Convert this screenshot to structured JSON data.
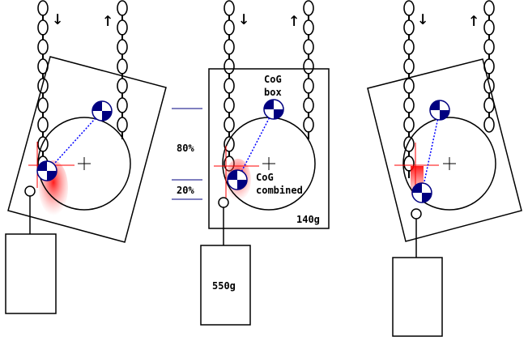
{
  "labels": {
    "cog_box_line1": "CoG",
    "cog_box_line2": "box",
    "cog_combined_line1": "CoG",
    "cog_combined_line2": "combined",
    "box_mass": "140g",
    "weight_mass": "550g",
    "upper_percent": "80%",
    "lower_percent": "20%"
  },
  "arrows": {
    "down": "↓",
    "up": "↑"
  },
  "colors": {
    "outline": "#000000",
    "cog_blue": "#000080",
    "dotted_link": "#0000ff",
    "red_marker": "#ff0000",
    "rule_blue": "#000080"
  }
}
